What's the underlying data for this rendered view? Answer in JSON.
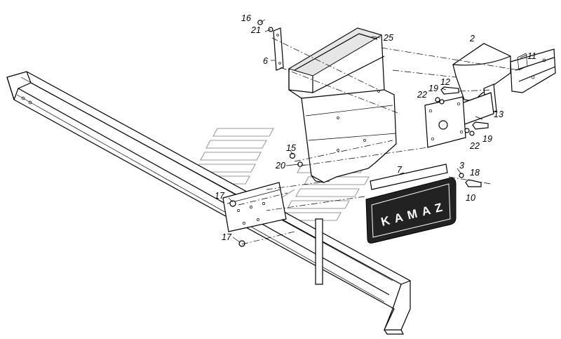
{
  "callouts": {
    "c16": "16",
    "c21": "21",
    "c6": "6",
    "c25": "25",
    "c2": "2",
    "c11": "11",
    "c12": "12",
    "c19a": "19",
    "c22a": "22",
    "c13": "13",
    "c22b": "22",
    "c19b": "19",
    "c15": "15",
    "c20": "20",
    "c7": "7",
    "c3": "3",
    "c18": "18",
    "c10": "10",
    "c17a": "17",
    "c17b": "17"
  },
  "mudflap": {
    "brand": "KAMAZ"
  },
  "colors": {
    "line": "#000000",
    "background": "#ffffff",
    "watermark": "#9a9a9a",
    "flap": "#222222"
  }
}
